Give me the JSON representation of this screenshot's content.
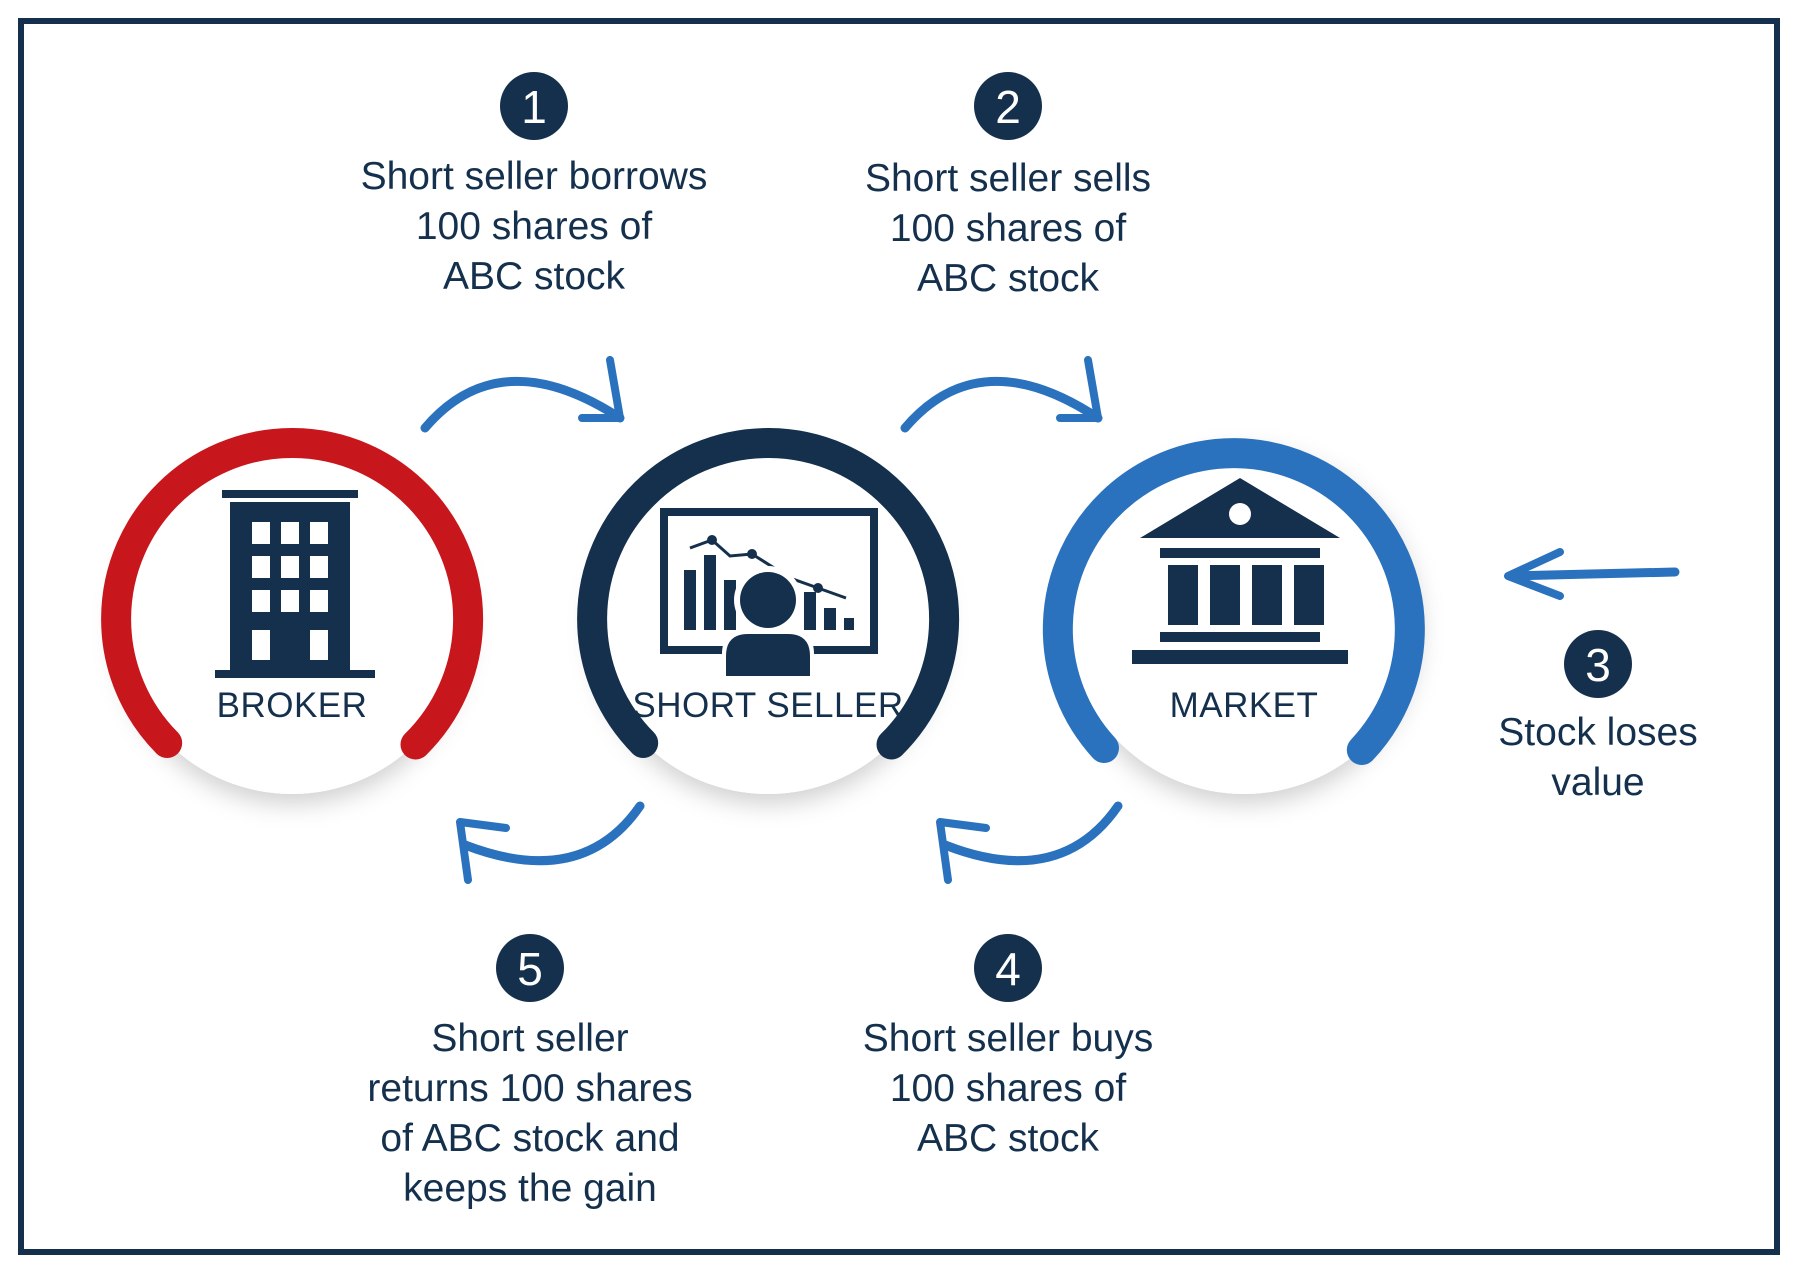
{
  "colors": {
    "navy": "#14304d",
    "red": "#c8161d",
    "blue": "#2a72bd",
    "text": "#14304d"
  },
  "nodes": {
    "broker": {
      "label": "BROKER",
      "ring_color": "#c8161d",
      "icon": "office-building-icon"
    },
    "short_seller": {
      "label": "SHORT SELLER",
      "ring_color": "#14304d",
      "icon": "trader-chart-icon"
    },
    "market": {
      "label": "MARKET",
      "ring_color": "#2a72bd",
      "icon": "bank-building-icon"
    }
  },
  "steps": [
    {
      "number": "1",
      "text": "Short seller borrows\n100 shares of\nABC stock"
    },
    {
      "number": "2",
      "text": "Short seller sells\n100 shares of\nABC stock"
    },
    {
      "number": "3",
      "text": "Stock loses\nvalue"
    },
    {
      "number": "4",
      "text": "Short seller buys\n100 shares of\nABC stock"
    },
    {
      "number": "5",
      "text": "Short seller\nreturns 100 shares\nof ABC stock and\nkeeps the gain"
    }
  ]
}
